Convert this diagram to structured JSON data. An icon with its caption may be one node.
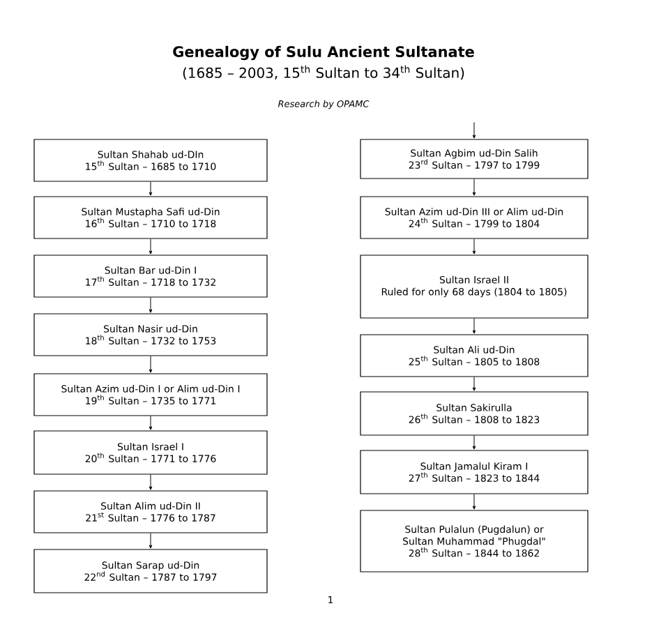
{
  "diagram": {
    "title": "Genealogy of Sulu Ancient Sultanate",
    "nodes": [
      {
        "text": [
          "Sultan Shahab ud-DIn",
          "15$^{th}$ Sultan – 1685 to 1710"
        ]
      },
      {
        "text": [
          "Sultan Mustapha Safi ud-Din",
          "16$^{th}$ Sultan – 1710 to 1718"
        ]
      },
      {
        "text": [
          "Sultan Bar ud-Din I",
          "17$^{th}$ Sultan – 1718 to 1732"
        ]
      },
      {
        "text": [
          "Sultan Nasir ud-Din",
          "18$^{th}$ Sultan – 1732 to 1753"
        ]
      },
      {
        "text": [
          "Sultan Azim ud-Din I or Alim ud-Din I",
          "19$^{th}$ Sultan – 1735 to 1771"
        ]
      },
      {
        "text": [
          "Sultan Israel I",
          "20$^{th}$ Sultan – 1771 to 1776"
        ]
      },
      {
        "text": [
          "Sultan Alim ud-Din II",
          "21$^{st}$ Sultan – 1776 to 1787"
        ]
      },
      {
        "text": [
          "Sultan Sarap ud-Din",
          "22$^{nd}$ Sultan – 1787 to 1797"
        ]
      },
      {
        "text": [
          "Sultan Agbim ud-Din Salih",
          "23$^{rd}$ Sultan – 1797 to 1799"
        ]
      },
      {
        "text": [
          "Sultan Azim ud-Din III or Alim ud-Din",
          "24$^{th}$ Sultan – 1799 to 1804"
        ]
      },
      {
        "text": [
          "Sultan Israel II",
          "Ruled for only 68 days (1804 to 1805)"
        ]
      },
      {
        "text": [
          "Sultan Ali ud-Din",
          "25$^{th}$ Sultan – 1805 to 1808"
        ]
      },
      {
        "text": [
          "Sultan Sakirulla",
          "26$^{th}$ Sultan – 1808 to 1823"
        ]
      },
      {
        "text": [
          "Sultan Jamalul Kiram I",
          "27$^{th}$ Sultan – 1823 to 1844"
        ]
      },
      {
        "text": [
          "Sultan Pulalun (Pugdalun) or Sultan Muhammad \"Phugdal\"",
          "28$^{th}$ Sultan – 1844 to 1862"
        ]
      }
    ],
    "edges": [
      {
        "from": 0,
        "to": 1,
        "arrow": "to"
      },
      {
        "from": 1,
        "to": 2,
        "arrow": "to"
      },
      {
        "from": 2,
        "to": 3,
        "arrow": "to"
      },
      {
        "from": 3,
        "to": 4,
        "arrow": "to"
      },
      {
        "from": 4,
        "to": 5,
        "arrow": "to"
      },
      {
        "from": 5,
        "to": 6,
        "arrow": "to"
      },
      {
        "from": 6,
        "to": 7,
        "arrow": "to"
      },
      {
        "from": null,
        "to": 8,
        "arrow": "to"
      },
      {
        "from": 8,
        "to": 9,
        "arrow": "to"
      },
      {
        "from": 9,
        "to": 10,
        "arrow": "to"
      },
      {
        "from": 10,
        "to": 11,
        "arrow": "to"
      },
      {
        "from": 11,
        "to": 12,
        "arrow": "to"
      },
      {
        "from": 12,
        "to": 13,
        "arrow": "to"
      },
      {
        "from": 13,
        "to": 14,
        "arrow": "to"
      }
    ],
    "labels": [
      "(1685 – 2003, 15$^{th}$ Sultan to 34$^{th}$ Sultan)",
      "Research by OPAMC",
      "1"
    ]
  }
}
